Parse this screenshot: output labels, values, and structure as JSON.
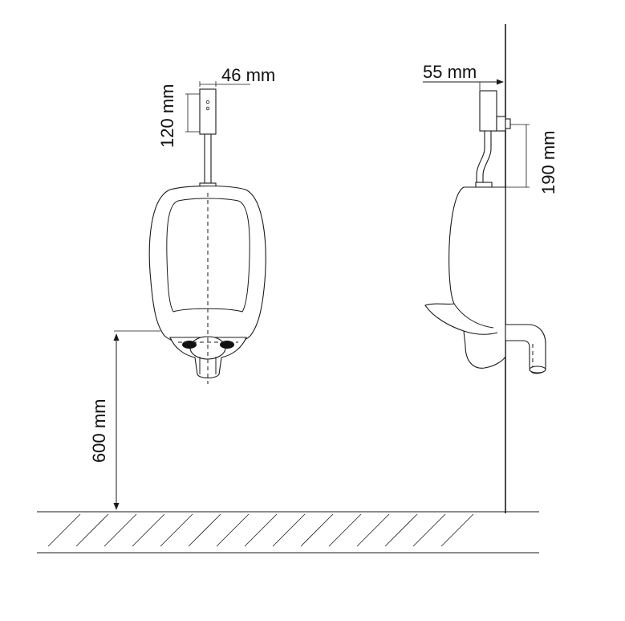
{
  "dimensions": {
    "sensor_width": "46 mm",
    "sensor_height": "120 mm",
    "wall_offset": "55 mm",
    "pipe_height": "190 mm",
    "rim_height": "600 mm"
  },
  "colors": {
    "line": "#1a1a1a",
    "background": "#ffffff"
  }
}
